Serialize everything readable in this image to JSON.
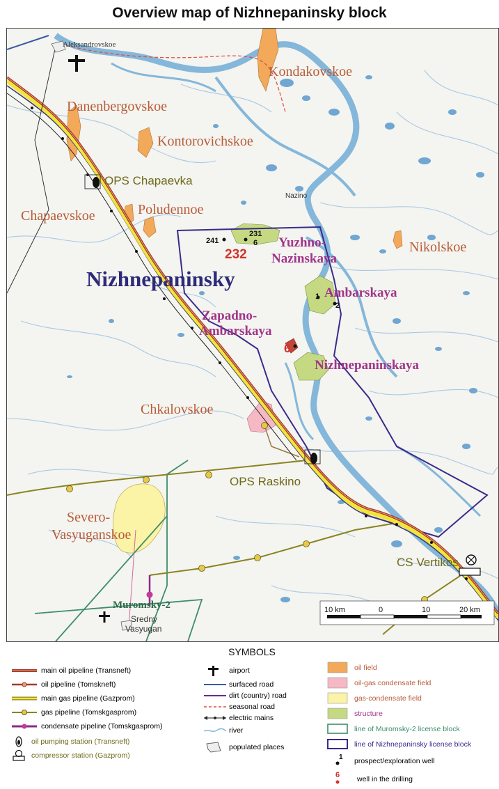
{
  "title": "Overview map of Nizhnepaninsky block",
  "map": {
    "block_name": "Nizhnepaninsky",
    "fields": {
      "kondakovskoe": "Kondakovskoe",
      "danenbergovskoe": "Danenbergovskoe",
      "kontorovichskoe": "Kontorovichskoe",
      "chapaevskoe": "Chapaevskoe",
      "poludennoe": "Poludennoe",
      "nikolskoe": "Nikolskoe",
      "chkalovskoe": "Chkalovskoe",
      "severo_vasyuganskoe_1": "Severo-",
      "severo_vasyuganskoe_2": "Vasyuganskoe"
    },
    "structures": {
      "yuzhno_1": "Yuzhno-",
      "yuzhno_2": "Nazinskaya",
      "ambarskaya": "Ambarskaya",
      "zapadno_1": "Zapadno-",
      "zapadno_2": "Ambarskaya",
      "nizhnepaninskaya": "Nizhnepaninskaya"
    },
    "stations": {
      "ops_chapaevka": "OPS Chapaevka",
      "ops_raskino": "OPS Raskino",
      "cs_vertikos": "CS Vertikos"
    },
    "places": {
      "aleksandrovskoe": "Aleksandrovskoe",
      "nazino": "Nazino",
      "sredny_1": "Sredny",
      "sredny_2": "Vasyugan",
      "muromsky": "Muromsky-2"
    },
    "wells": {
      "w241": "241",
      "w231": "231",
      "w232": "232",
      "w6a": "6",
      "w1": "1",
      "w2": "2",
      "w6b": "6"
    },
    "scale": {
      "label_10km_left": "10 km",
      "label_0": "0",
      "label_10": "10",
      "label_20km": "20 km"
    }
  },
  "legend": {
    "title": "SYMBOLS",
    "items": {
      "main_oil": "main oil pipeline (Transneft)",
      "oil_pipe": "oil pipeline (Tomskneft)",
      "main_gas": "main gas pipeline (Gazprom)",
      "gas_pipe": "gas pipeline (Tomskgasprom)",
      "condensate": "condensate pipeline (Tomskgasprom)",
      "ops": "oil pumping station (Transneft)",
      "cs": "compressor station (Gazprom)",
      "airport": "airport",
      "surfaced": "surfaced road",
      "dirt": "dirt (country) road",
      "seasonal": "seasonal road",
      "electric": "electric mains",
      "river": "river",
      "populated": "populated places",
      "oil_field": "oil field",
      "oilgas": "oil-gas condensate field",
      "gascond": "gas-condensate field",
      "structure": "structure",
      "muromsky_line": "line of Muromsky-2 license block",
      "nizhne_line": "line of Nizhnepaninsky license block",
      "prospect": "prospect/exploration well",
      "drilling": "well in the drilling",
      "well_1": "1",
      "well_6": "6"
    }
  },
  "colors": {
    "oil_field": "#f2a95a",
    "oilgas_field": "#f6b8c4",
    "gascond_field": "#fbf3a6",
    "structure": "#c4d982",
    "river": "#84b7da",
    "lake": "#6fa6d2",
    "field_label": "#b85c38",
    "structure_label": "#a0358a",
    "block_label": "#2e2a78",
    "station_label": "#6f6a1a",
    "block_line": "#3a2a8c",
    "muromsky_line": "#3d8e6a"
  }
}
